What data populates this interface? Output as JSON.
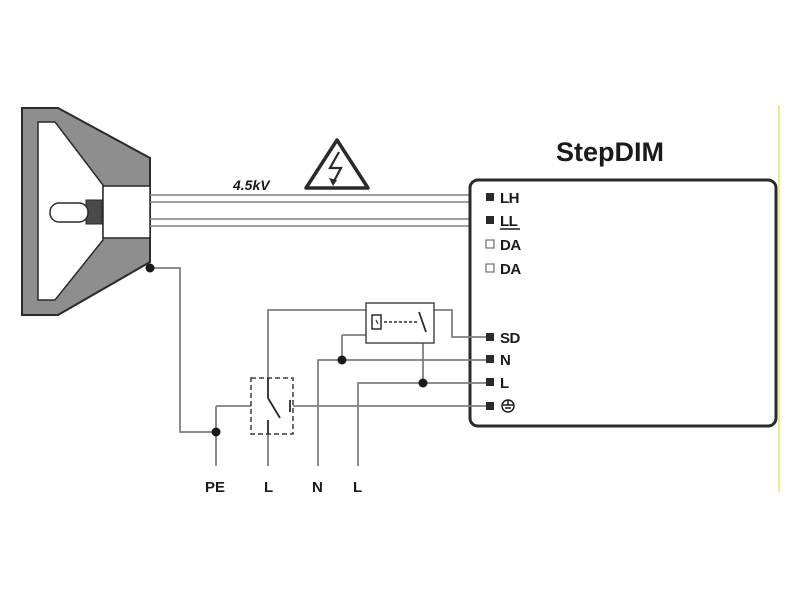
{
  "device": {
    "name": "StepDIM",
    "voltage_label": "4.5kV"
  },
  "terminals": {
    "lh": "LH",
    "ll": "LL",
    "da1": "DA",
    "da2": "DA",
    "sd": "SD",
    "n": "N",
    "l": "L",
    "earth": "⏚"
  },
  "supply": {
    "pe": "PE",
    "l_switched": "L",
    "n": "N",
    "l": "L"
  },
  "colors": {
    "line": "#2a2a2a",
    "wire": "#7f7f7f",
    "lamp_body": "#8e8e8e",
    "accent_line": "#f2ea88"
  }
}
